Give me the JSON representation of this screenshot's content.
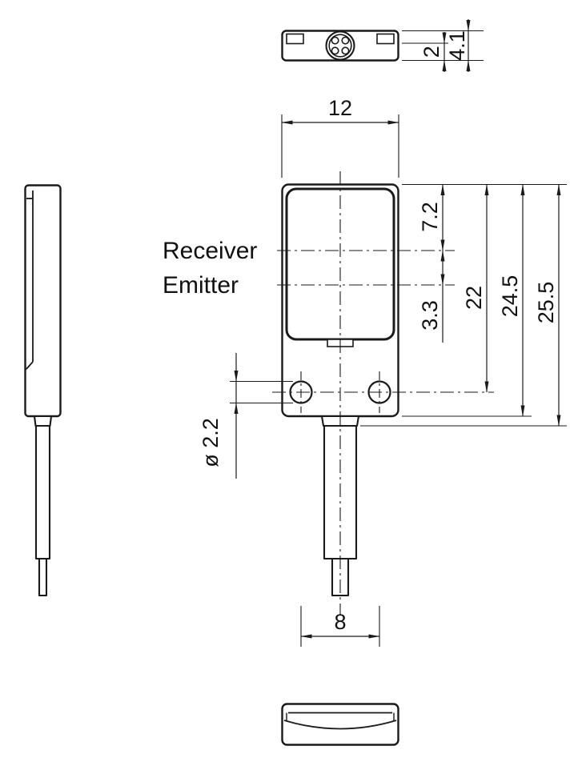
{
  "page": {
    "background": "#ffffff",
    "line_color": "#1a1a1a"
  },
  "labels": {
    "receiver": "Receiver",
    "emitter": "Emitter"
  },
  "dimensions": {
    "body_width": "12",
    "head_inner_thickness": "2",
    "head_total_thickness": "4.1",
    "receiver_axis_from_top": "7.2",
    "receiver_emitter_spacing": "3.3",
    "hole_axis_from_top": "22",
    "housing_length": "24.5",
    "overall_length": "25.5",
    "mounting_hole_diameter": "ø 2.2",
    "mounting_hole_spacing": "8"
  }
}
